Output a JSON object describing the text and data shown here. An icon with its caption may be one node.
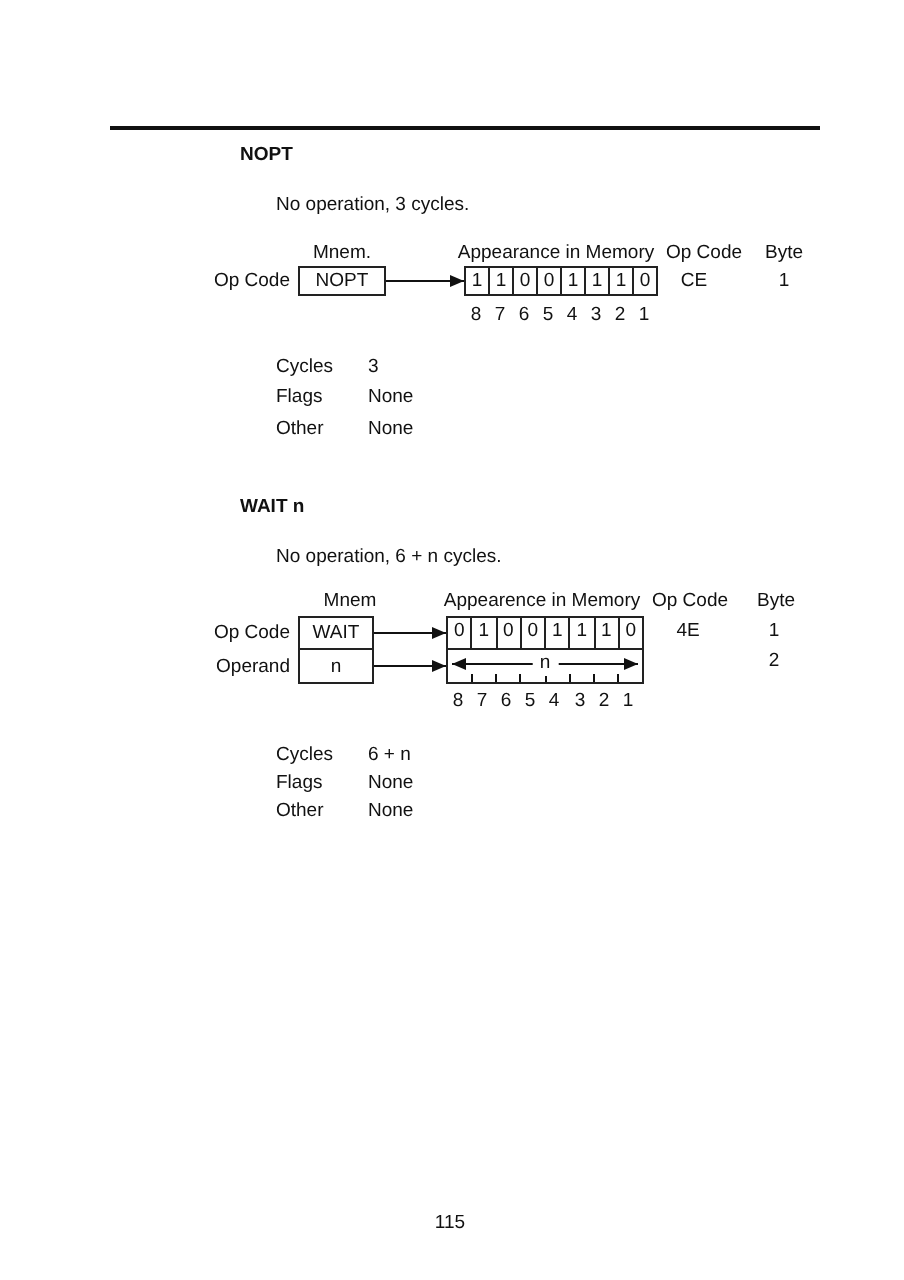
{
  "diagram": {
    "nodes": [
      {
        "text": [
          "NOPT"
        ]
      },
      {
        "text": [
          "1",
          "1",
          "0",
          "0",
          "1",
          "1",
          "1",
          "0"
        ]
      },
      {
        "text": [
          "WAIT"
        ]
      },
      {
        "text": [
          "n"
        ]
      },
      {
        "text": [
          "0",
          "1",
          "0",
          "0",
          "1",
          "1",
          "1",
          "0"
        ]
      },
      {
        "text": [
          "n"
        ]
      }
    ],
    "edges": [
      {
        "from": 0,
        "to": 1,
        "arrow": "to"
      },
      {
        "from": 2,
        "to": 4,
        "arrow": "to"
      },
      {
        "from": 3,
        "to": 5,
        "arrow": "to"
      }
    ],
    "labels": [
      "NOPT",
      "No operation, 3 cycles.",
      "Mnem.",
      "Appearance in Memory",
      "Op Code",
      "Byte",
      "Op Code",
      "CE",
      "1",
      "8",
      "7",
      "6",
      "5",
      "4",
      "3",
      "2",
      "1",
      "Cycles",
      "3",
      "Flags",
      "None",
      "Other",
      "None",
      "WAIT n",
      "No operation, 6 + n cycles.",
      "Mnem",
      "Appearence in Memory",
      "Op Code",
      "Byte",
      "Op Code",
      "4E",
      "1",
      "Operand",
      "2",
      "8",
      "7",
      "6",
      "5",
      "4",
      "3",
      "2",
      "1",
      "Cycles",
      "6 + n",
      "Flags",
      "None",
      "Other",
      "None",
      "115"
    ]
  }
}
